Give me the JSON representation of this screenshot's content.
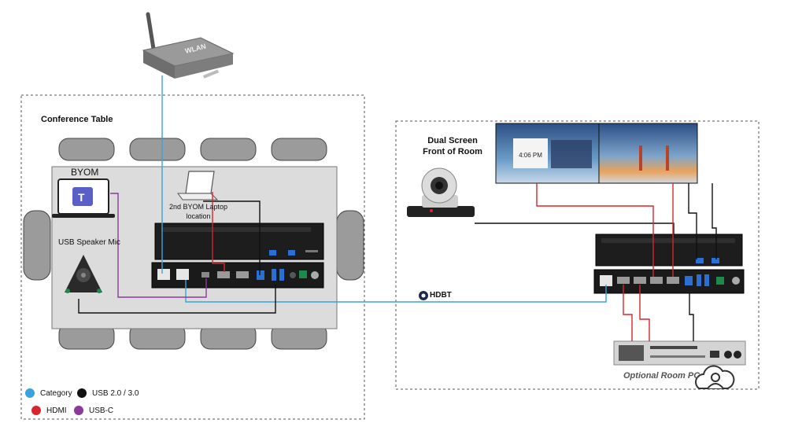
{
  "labels": {
    "conference_table": "Conference Table",
    "dual_screen_line1": "Dual Screen",
    "dual_screen_line2": "Front of Room",
    "byom": "BYOM",
    "laptop2_line1": "2nd BYOM Laptop",
    "laptop2_line2": "location",
    "usb_speaker_mic": "USB Speaker Mic",
    "hdbt": "HDBT",
    "optional_room_pc": "Optional Room PC",
    "clock": "4:06 PM",
    "wlan": "WLAN"
  },
  "legend": [
    {
      "label": "Category",
      "color": "#3aa3dd"
    },
    {
      "label": "USB 2.0 / 3.0",
      "color": "#111111"
    },
    {
      "label": "HDMI",
      "color": "#d9262c"
    },
    {
      "label": "USB-C",
      "color": "#8b3a99"
    }
  ],
  "colors": {
    "category": "#3aa3dd",
    "usb": "#111111",
    "hdmi": "#d9262c",
    "usbc": "#8b3a99",
    "table": "#dcdcdc",
    "chair": "#9b9b9b"
  }
}
